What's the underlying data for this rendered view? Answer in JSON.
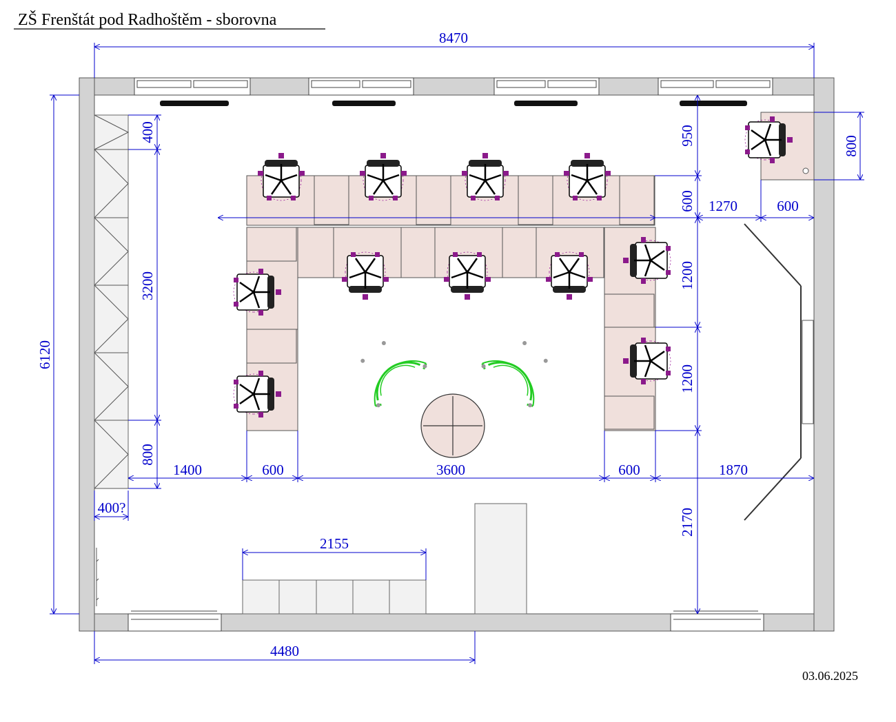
{
  "title": "ZŠ Frenštát pod Radhoštěm - sborovna",
  "date": "03.06.2025",
  "dimensions": {
    "room_width": "8470",
    "room_depth": "6120",
    "window_wall_offset": "950",
    "side_desk_width": "800",
    "cabinet_top": "400",
    "cabinet_mid": "3200",
    "cabinet_bottom": "800",
    "cabinet_depth": "400?",
    "gap_left": "1400",
    "desk_left_depth": "600",
    "desk_span": "3600",
    "desk_right_depth": "600",
    "gap_right": "1870",
    "desk_row_depth": "600",
    "aisle_width": "1270",
    "corner_desk_depth": "600",
    "right_seg_1": "1200",
    "right_seg_2": "1200",
    "bottom_right": "2170",
    "sideboard_length": "2155",
    "door_offset": "4480"
  },
  "colors": {
    "wall": "#d3d3d3",
    "desk": "#f0e0dc",
    "dimension": "#0000cc",
    "armchair": "#22cc22",
    "chair_accent": "#8b1a8b"
  }
}
